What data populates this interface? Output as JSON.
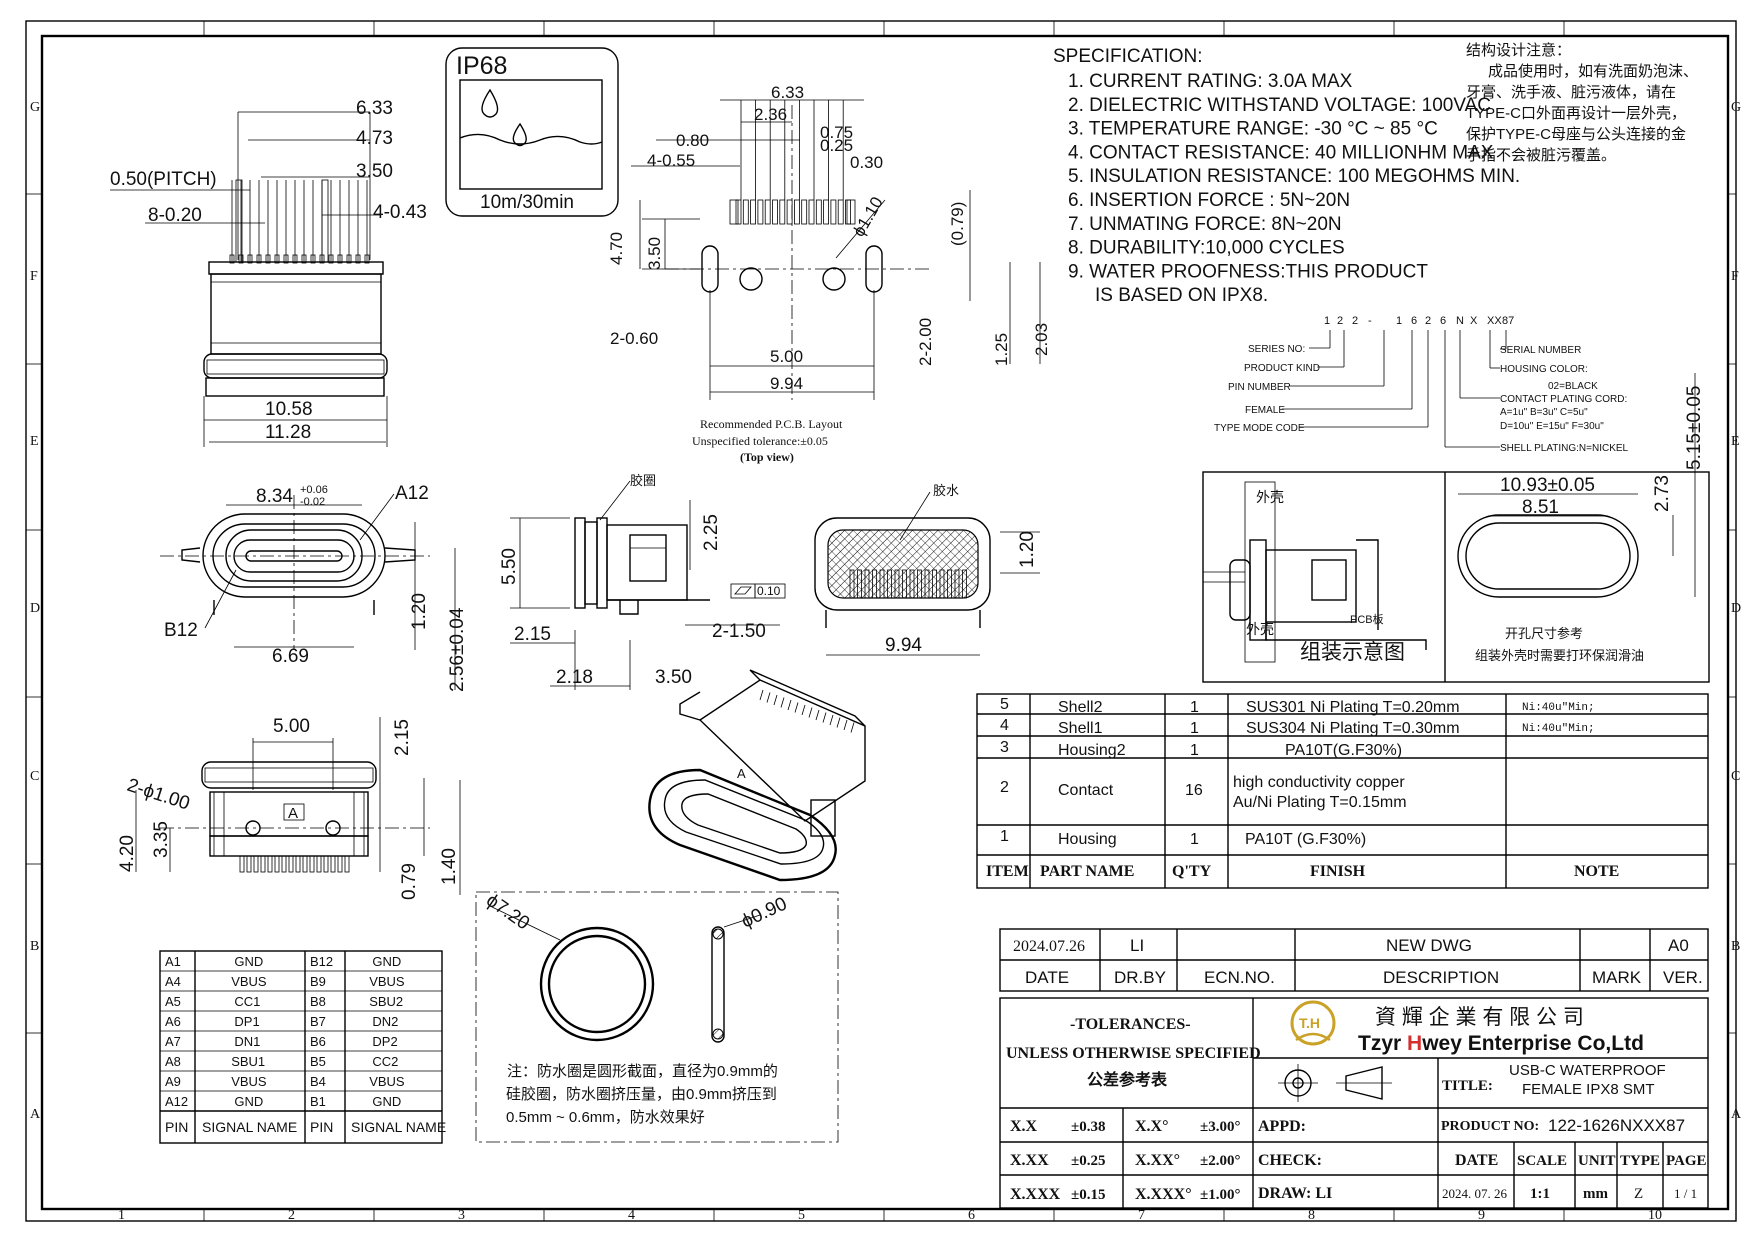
{
  "frame": {
    "row_letters": [
      "G",
      "F",
      "E",
      "D",
      "C",
      "B",
      "A"
    ],
    "col_numbers": [
      "1",
      "2",
      "3",
      "4",
      "5",
      "6",
      "7",
      "8",
      "9",
      "10"
    ]
  },
  "ip_badge": {
    "title": "IP68",
    "depth": "10m/30min"
  },
  "spec": {
    "heading": "SPECIFICATION:",
    "items": [
      "1. CURRENT RATING: 3.0A MAX",
      "2. DIELECTRIC WITHSTAND VOLTAGE: 100VAC",
      "3. TEMPERATURE RANGE: -30 °C ~ 85 °C",
      "4. CONTACT RESISTANCE: 40 MILLIONHM MAX",
      "5. INSULATION RESISTANCE: 100 MEGOHMS MIN.",
      "6. INSERTION FORCE : 5N~20N",
      "7. UNMATING FORCE: 8N~20N",
      "8. DURABILITY:10,000 CYCLES",
      "9. WATER PROOFNESS:THIS PRODUCT",
      "IS BASED ON IPX8."
    ]
  },
  "note_cn": {
    "lines": [
      "结构设计注意：",
      "成品使用时，如有洗面奶泡沫、",
      "牙膏、洗手液、脏污液体，请在",
      "TYPE-C口外面再设计一层外壳，",
      "保护TYPE-C母座与公头连接的金",
      "手指不会被脏污覆盖。"
    ]
  },
  "part_code": {
    "code_chars": [
      "1",
      "2",
      "2",
      "-",
      "1",
      "6",
      "2",
      "6",
      "N",
      "X",
      "XX",
      "87"
    ],
    "left_labels": [
      "SERIES NO:",
      "PRODUCT KIND",
      "PIN NUMBER",
      "FEMALE",
      "TYPE MODE CODE"
    ],
    "right_labels": [
      "SERIAL NUMBER",
      "HOUSING COLOR:",
      "02=BLACK",
      "CONTACT PLATING CORD:",
      "A=1u\"  B=3u\"  C=5u\"",
      "D=10u\"  E=15u\"  F=30u\"",
      "SHELL PLATING:N=NICKEL"
    ]
  },
  "dims": {
    "top_left": {
      "d633": "6.33",
      "d473": "4.73",
      "d350": "3.50",
      "pitch": "0.50(PITCH)",
      "n820": "8-0.20",
      "n443": "4-0.43",
      "w1058": "10.58",
      "w1128": "11.28"
    },
    "pcb": {
      "d633": "6.33",
      "d236": "2.36",
      "d080": "0.80",
      "d075": "0.75",
      "d025": "0.25",
      "n455": "4-0.55",
      "d030": "0.30",
      "d470": "4.70",
      "d350": "3.50",
      "phi110": "ϕ1.10",
      "d079": "(0.79)",
      "n260": "2-0.60",
      "n200": "2-2.00",
      "d125": "1.25",
      "d203": "2.03",
      "d500": "5.00",
      "d994": "9.94",
      "caption1": "Recommended P.C.B. Layout",
      "caption2": "Unspecified tolerance:±0.05",
      "caption3": "(Top view)"
    },
    "front": {
      "w834": "8.34",
      "tol_up": "+0.06",
      "tol_dn": "-0.02",
      "a12": "A12",
      "b12": "B12",
      "w669": "6.69",
      "h120": "1.20",
      "h256": "2.56±0.04"
    },
    "side": {
      "label": "胶圈",
      "h550": "5.50",
      "h225": "2.25",
      "d215": "2.15",
      "n150": "2-1.50",
      "d218": "2.18",
      "d350": "3.50",
      "flat": "0.10"
    },
    "seal_front": {
      "label": "胶水",
      "h120": "1.20",
      "w994": "9.94"
    },
    "bottom": {
      "d500": "5.00",
      "d215": "2.15",
      "n2phi": "2-ϕ1.00",
      "h420": "4.20",
      "h335": "3.35",
      "h079": "0.79",
      "h140": "1.40",
      "a": "A"
    },
    "ring": {
      "phi720": "ϕ7.20",
      "phi090": "ϕ0.90",
      "note": [
        "注：防水圈是圆形截面，直径为0.9mm的",
        "硅胶圈，防水圈挤压量，由0.9mm挤压到",
        "0.5mm ~ 0.6mm，防水效果好"
      ]
    },
    "cutout": {
      "w1093": "10.93±0.05",
      "w851": "8.51",
      "h273": "2.73",
      "h515": "5.15±0.05",
      "note1": "开孔尺寸参考",
      "note2": "组装外壳时需要打环保润滑油"
    },
    "assembly": {
      "shell_top": "外壳",
      "shell_bottom": "外壳",
      "pcb": "PCB板",
      "title": "组装示意图"
    }
  },
  "pin_table": {
    "rows": [
      [
        "A1",
        "GND",
        "B12",
        "GND"
      ],
      [
        "A4",
        "VBUS",
        "B9",
        "VBUS"
      ],
      [
        "A5",
        "CC1",
        "B8",
        "SBU2"
      ],
      [
        "A6",
        "DP1",
        "B7",
        "DN2"
      ],
      [
        "A7",
        "DN1",
        "B6",
        "DP2"
      ],
      [
        "A8",
        "SBU1",
        "B5",
        "CC2"
      ],
      [
        "A9",
        "VBUS",
        "B4",
        "VBUS"
      ],
      [
        "A12",
        "GND",
        "B1",
        "GND"
      ]
    ],
    "header": [
      "PIN",
      "SIGNAL NAME",
      "PIN",
      "SIGNAL NAME"
    ]
  },
  "bom": {
    "rows": [
      {
        "item": "5",
        "name": "Shell2",
        "qty": "1",
        "finish": "SUS301  Ni   Plating  T=0.20mm",
        "note": "Ni:40u\"Min;"
      },
      {
        "item": "4",
        "name": "Shell1",
        "qty": "1",
        "finish": "SUS304  Ni   Plating  T=0.30mm",
        "note": "Ni:40u\"Min;"
      },
      {
        "item": "3",
        "name": "Housing2",
        "qty": "1",
        "finish": "PA10T(G.F30%)",
        "note": ""
      },
      {
        "item": "2",
        "name": "Contact",
        "qty": "16",
        "finish": "high conductivity copper",
        "finish2": "Au/Ni   Plating    T=0.15mm",
        "note": ""
      },
      {
        "item": "1",
        "name": "Housing",
        "qty": "1",
        "finish": "PA10T  (G.F30%)",
        "note": ""
      }
    ],
    "header": {
      "item": "ITEM",
      "name": "PART   NAME",
      "qty": "Q'TY",
      "finish": "FINISH",
      "note": "NOTE"
    }
  },
  "title_block": {
    "rev": {
      "date": "2024.07.26",
      "by": "LI",
      "ecn": "",
      "desc": "NEW  DWG",
      "mark": "",
      "ver": "A0"
    },
    "rev_header": {
      "date": "DATE",
      "by": "DR.BY",
      "ecn": "ECN.NO.",
      "desc": "DESCRIPTION",
      "mark": "MARK",
      "ver": "VER."
    },
    "tol_title": "-TOLERANCES-",
    "tol_sub": "UNLESS OTHERWISE SPECIFIED",
    "tol_cn": "公差参考表",
    "company_cn": "資 輝 企 業 有 限 公 司",
    "company_en_1": "Tzyr ",
    "company_en_2": "H",
    "company_en_3": "wey Enterprise Co,Ltd",
    "logo_text": "T.H",
    "title_label": "TITLE:",
    "title_1": "USB-C WATERPROOF",
    "title_2": "FEMALE IPX8 SMT",
    "tol_rows": [
      {
        "k": "X.X",
        "v": "±0.38",
        "ka": "X.X°",
        "va": "±3.00°"
      },
      {
        "k": "X.XX",
        "v": "±0.25",
        "ka": "X.XX°",
        "va": "±2.00°"
      },
      {
        "k": "X.XXX",
        "v": "±0.15",
        "ka": "X.XXX°",
        "va": "±1.00°"
      }
    ],
    "appd": "APPD:",
    "check": "CHECK:",
    "draw": "DRAW:  LI",
    "product_label": "PRODUCT NO:",
    "product_no": "122-1626NXXX87",
    "meta_header": {
      "date": "DATE",
      "scale": "SCALE",
      "unit": "UNIT",
      "type": "TYPE",
      "page": "PAGE"
    },
    "meta": {
      "date": "2024. 07. 26",
      "scale": "1:1",
      "unit": "mm",
      "type": "Z",
      "page": "1 / 1"
    }
  },
  "colors": {
    "logo_gold": "#c9a227",
    "logo_red": "#d32f2f"
  }
}
